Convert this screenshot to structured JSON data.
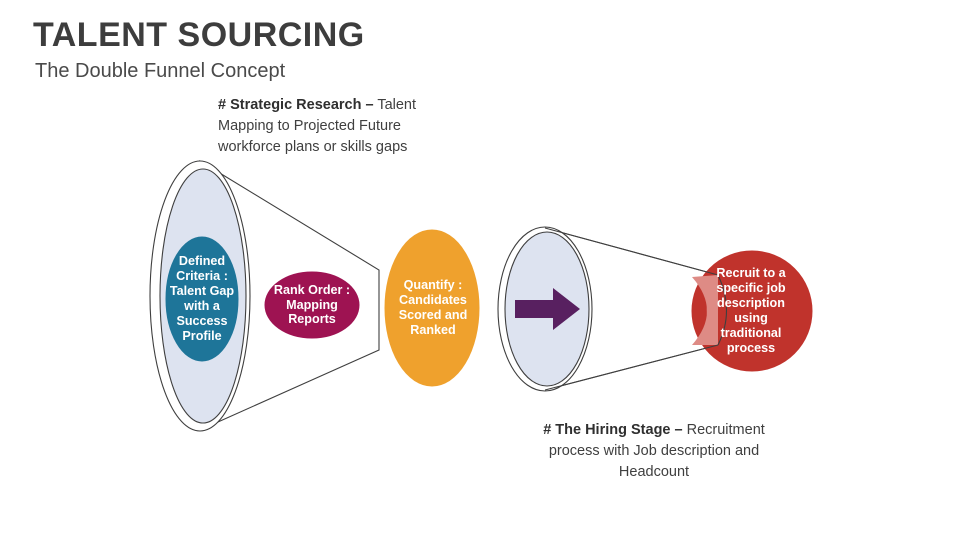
{
  "header": {
    "title": "TALENT SOURCING",
    "subtitle": "The Double Funnel Concept"
  },
  "annotations": {
    "top": {
      "lead": "# Strategic Research –",
      "body": " Talent Mapping to Projected Future workforce plans or skills gaps"
    },
    "bottom": {
      "lead": "# The Hiring Stage –",
      "body": " Recruitment process with Job description and Headcount"
    }
  },
  "diagram": {
    "stages": [
      {
        "id": "defined-criteria",
        "label": "Defined Criteria : Talent Gap with a Success Profile",
        "color": "#1E7599",
        "shape": "ellipse"
      },
      {
        "id": "rank-order",
        "label": "Rank Order : Mapping Reports",
        "color": "#9E1352",
        "shape": "ellipse"
      },
      {
        "id": "quantify",
        "label": "Quantify : Candidates Scored and Ranked",
        "color": "#EFA12D",
        "shape": "ellipse"
      },
      {
        "id": "recruit",
        "label": "Recruit to a specific job description using traditional process",
        "color": "#C0332C",
        "shape": "circle"
      }
    ],
    "funnels": [
      {
        "id": "left-funnel",
        "mouth_fill": "#DDE3F0",
        "outline": "#3f3f3f"
      },
      {
        "id": "right-funnel",
        "mouth_fill": "#DDE3F0",
        "outline": "#3f3f3f"
      }
    ],
    "arrow": {
      "id": "process-arrow",
      "color": "#582060",
      "direction": "right"
    },
    "overlap_highlight_color": "#DE8B85"
  },
  "colors": {
    "background": "#FFFFFF",
    "title": "#3D3D3D",
    "body_text": "#3F3F3F",
    "blue": "#1E7599",
    "magenta": "#9E1352",
    "orange": "#EFA12D",
    "red": "#C0332C",
    "purple": "#582060",
    "pale_blue": "#DDE3F0"
  }
}
